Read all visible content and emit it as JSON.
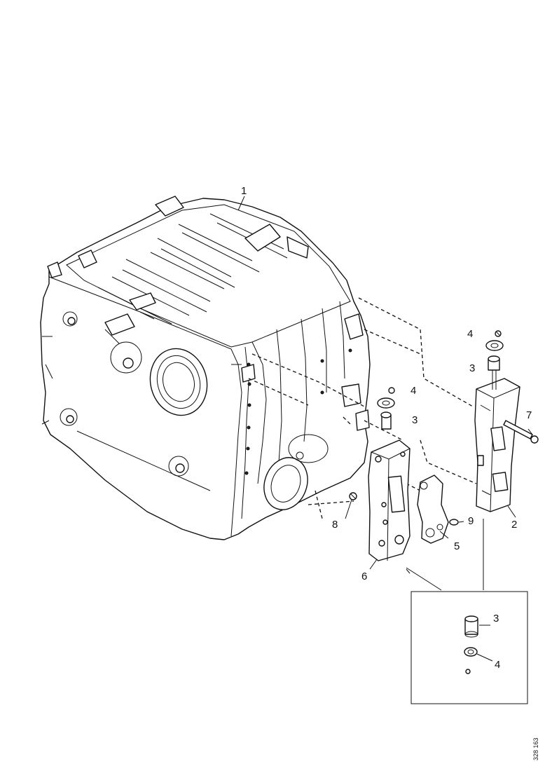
{
  "callouts": {
    "c1": "1",
    "c2": "2",
    "c3_top": "3",
    "c4_top": "4",
    "c3_mid": "3",
    "c4_mid": "4",
    "c5": "5",
    "c6": "6",
    "c7": "7",
    "c8": "8",
    "c9": "9",
    "c3_inset": "3",
    "c4_inset": "4"
  },
  "reference_code": "328 163",
  "colors": {
    "line": "#111111",
    "background": "#ffffff"
  }
}
